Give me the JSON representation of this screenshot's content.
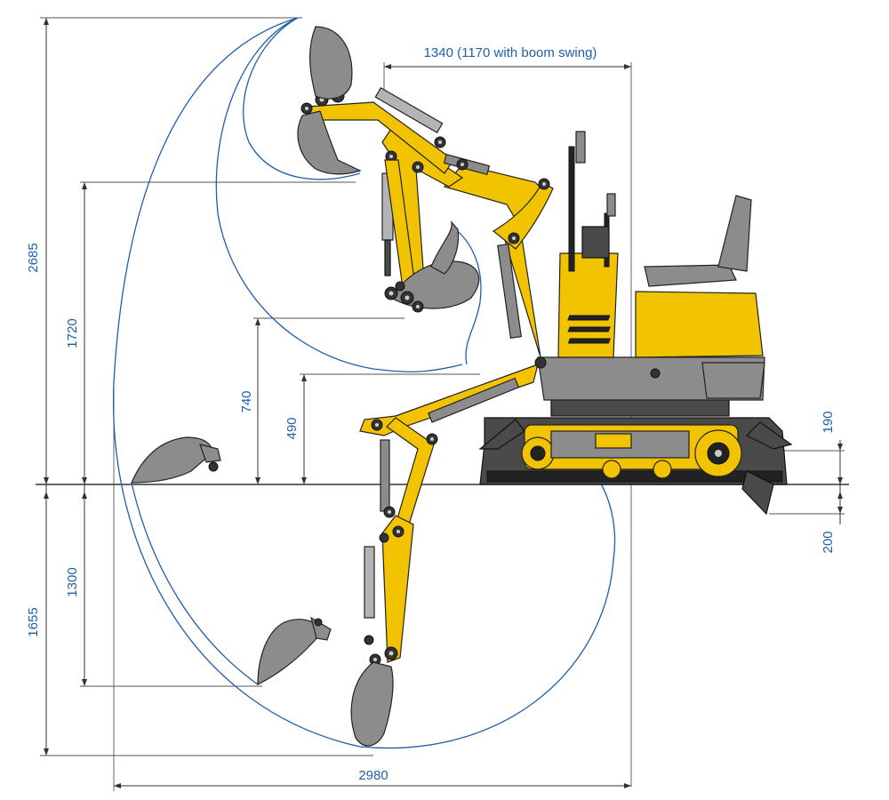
{
  "dimensions": {
    "top_width": "1340 (1170 with boom swing)",
    "max_height": "2685",
    "dump_height": "1720",
    "height_740": "740",
    "height_490": "490",
    "max_depth": "1655",
    "depth_1300": "1300",
    "reach": "2980",
    "blade_lift": "190",
    "blade_depth": "200"
  },
  "colors": {
    "body_yellow": "#f2c300",
    "dimension_blue": "#1f5fa8",
    "steel_grey": "#8c8c8c"
  }
}
